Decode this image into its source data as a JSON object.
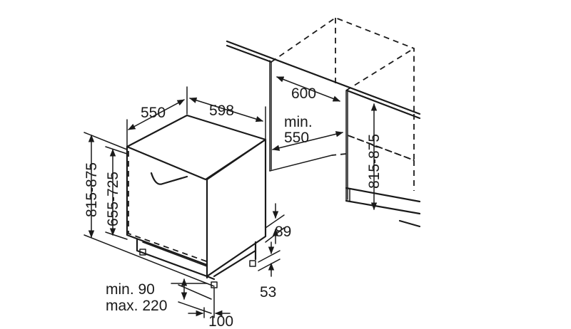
{
  "diagram": {
    "labels": {
      "d550_top": "550",
      "d598": "598",
      "d600": "600",
      "min550_line1": "min.",
      "min550_line2": "550",
      "h815_875_left": "815-875",
      "h655_725": "655-725",
      "h815_875_right": "815-875",
      "d89": "89",
      "d53": "53",
      "d100": "100",
      "min90": "min. 90",
      "max220": "max. 220"
    },
    "colors": {
      "line": "#1a1a1a",
      "background": "#ffffff"
    }
  }
}
